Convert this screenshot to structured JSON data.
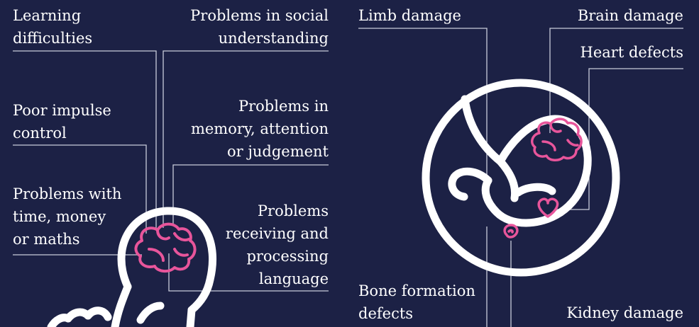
{
  "colors": {
    "background": "#1c2145",
    "outline": "#ffffff",
    "accent": "#e8559b",
    "leader": "#c9ccda"
  },
  "brain_effects": {
    "learning": "Learning\ndifficulties",
    "social": "Problems in social\nunderstanding",
    "impulse": "Poor impulse\ncontrol",
    "memory": "Problems in\nmemory, attention\nor judgement",
    "time_money": "Problems with\ntime, money\nor maths",
    "language": "Problems\nreceiving and\nprocessing\nlanguage"
  },
  "body_effects": {
    "limb": "Limb damage",
    "brain": "Brain damage",
    "heart": "Heart defects",
    "bone": "Bone formation\ndefects",
    "kidney": "Kidney damage"
  },
  "icons": {
    "left": "baby-head-icon",
    "right": "fetus-in-womb-icon"
  }
}
